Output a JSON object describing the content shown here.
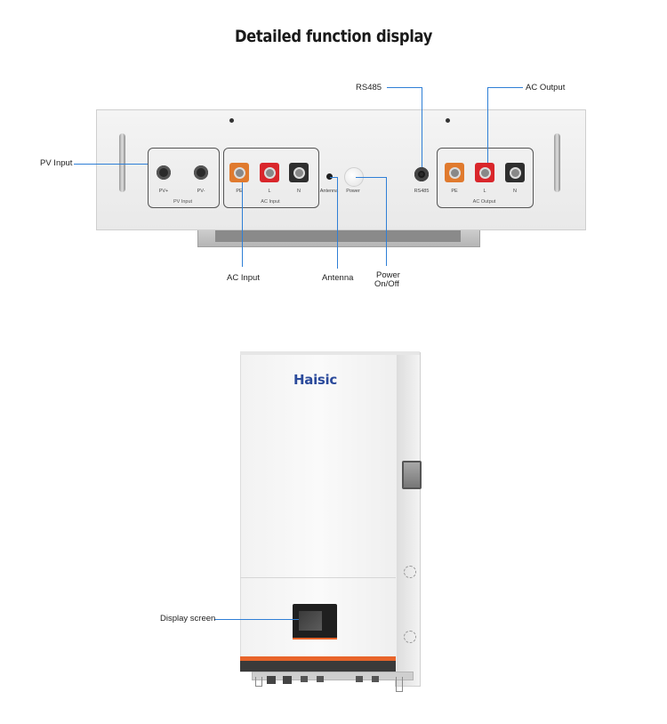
{
  "title": "Detailed function display",
  "callouts": {
    "pv_input": "PV Input",
    "rs485": "RS485",
    "ac_output": "AC Output",
    "ac_input": "AC Input",
    "antenna": "Antenna",
    "power_line1": "Power",
    "power_line2": "On/Off",
    "display_screen": "Display screen"
  },
  "panel_labels": {
    "pv_plus": "PV+",
    "pv_minus": "PV-",
    "pv_box": "PV Input",
    "in_pe": "PE",
    "in_l": "L",
    "in_n": "N",
    "ac_in_box": "AC Input",
    "antenna": "Antenna",
    "power": "Power",
    "rs485": "RS485",
    "out_pe": "PE",
    "out_l": "L",
    "out_n": "N",
    "ac_out_box": "AC Output"
  },
  "brand": "Haisic",
  "colors": {
    "leader": "#2f7fd6",
    "pe_terminal": "#e07a2e",
    "l_terminal": "#d9262b",
    "n_terminal": "#2e2e2e",
    "brand": "#2b4a9b",
    "stripe_orange": "#e8642a"
  }
}
